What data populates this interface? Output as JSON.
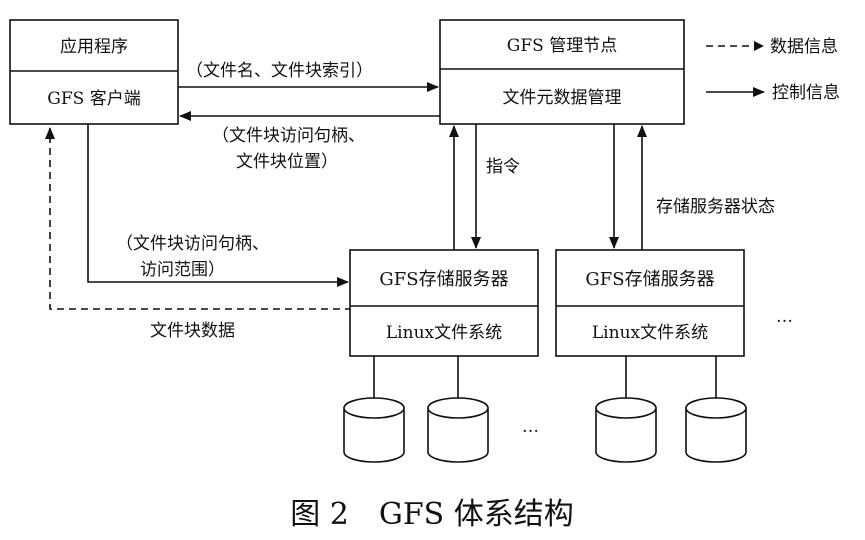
{
  "app_box": {
    "title": "应用程序",
    "client": "GFS 客户端"
  },
  "master_box": {
    "title": "GFS 管理节点",
    "meta": "文件元数据管理"
  },
  "legend": {
    "data": "数据信息",
    "control": "控制信息"
  },
  "labels": {
    "request": "（文件名、文件块索引）",
    "response_1": "（文件块访问句柄、",
    "response_2": "文件块位置）",
    "instruction": "指令",
    "status": "存储服务器状态",
    "access_1": "（文件块访问句柄、",
    "access_2": "访问范围）",
    "chunk_data": "文件块数据"
  },
  "servers": [
    {
      "title": "GFS存储服务器",
      "fs": "Linux文件系统"
    },
    {
      "title": "GFS存储服务器",
      "fs": "Linux文件系统"
    }
  ],
  "ellipsis": "…",
  "caption": "图 2　GFS 体系结构"
}
